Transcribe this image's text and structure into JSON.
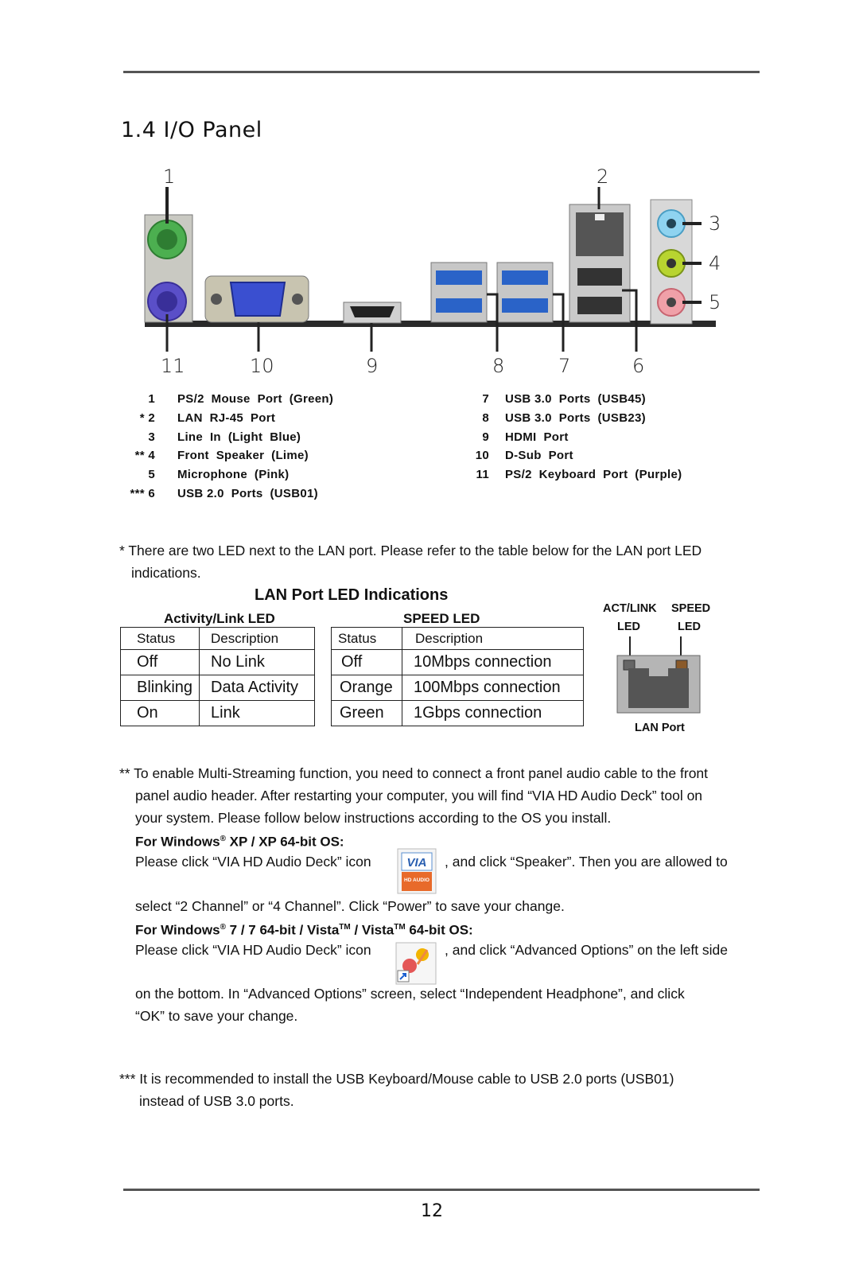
{
  "page": {
    "section_title": "1.4  I/O Panel",
    "page_number": "12"
  },
  "io_panel": {
    "callouts_top": [
      "1",
      "2",
      "3",
      "4",
      "5"
    ],
    "callouts_bottom": [
      "11",
      "10",
      "9",
      "8",
      "7",
      "6"
    ],
    "legend_left": [
      {
        "num": "1",
        "label": "PS/2  Mouse  Port  (Green)"
      },
      {
        "num": "* 2",
        "label": "LAN  RJ-45  Port"
      },
      {
        "num": "3",
        "label": "Line  In  (Light  Blue)"
      },
      {
        "num": "** 4",
        "label": "Front  Speaker  (Lime)"
      },
      {
        "num": "5",
        "label": "Microphone  (Pink)"
      },
      {
        "num": "*** 6",
        "label": "USB 2.0  Ports  (USB01)"
      }
    ],
    "legend_right": [
      {
        "num": "7",
        "label": "USB 3.0  Ports  (USB45)"
      },
      {
        "num": "8",
        "label": "USB 3.0  Ports  (USB23)"
      },
      {
        "num": "9",
        "label": "HDMI  Port"
      },
      {
        "num": "10",
        "label": "D-Sub  Port"
      },
      {
        "num": "11",
        "label": "PS/2  Keyboard  Port  (Purple)"
      }
    ],
    "colors": {
      "mouse_port": "#4caf50",
      "keyboard_port": "#5a4fc8",
      "line_in": "#8fd3f0",
      "speaker": "#b8d430",
      "mic": "#f0a0a8",
      "usb3": "#2a63c8",
      "vga": "#3a4fd0"
    }
  },
  "lan_note": {
    "line1": "* There are two LED next to the LAN port. Please refer to the table below for the LAN port LED",
    "line2": "indications."
  },
  "lan_led": {
    "heading": "LAN Port LED Indications",
    "activity": {
      "caption": "Activity/Link LED",
      "col_status": "Status",
      "col_desc": "Description",
      "rows": [
        {
          "status": "Off",
          "desc": "No Link"
        },
        {
          "status": "Blinking",
          "desc": "Data Activity"
        },
        {
          "status": "On",
          "desc": "Link"
        }
      ]
    },
    "speed": {
      "caption": "SPEED LED",
      "col_status": "Status",
      "col_desc": "Description",
      "rows": [
        {
          "status": "Off",
          "desc": "10Mbps connection"
        },
        {
          "status": "Orange",
          "desc": "100Mbps connection"
        },
        {
          "status": "Green",
          "desc": "1Gbps connection"
        }
      ]
    },
    "diagram": {
      "actlink": "ACT/LINK",
      "speed": "SPEED",
      "led1": "LED",
      "led2": "LED",
      "port": "LAN Port"
    }
  },
  "audio_note": {
    "line1": "** To enable Multi-Streaming function, you need to connect a front panel audio cable to the front",
    "line2": "panel audio header. After restarting your computer, you will find “VIA HD Audio Deck” tool on",
    "line3": "your system. Please follow below instructions according to the OS you install.",
    "xp_heading_a": "For Windows",
    "xp_heading_b": " XP / XP 64-bit OS:",
    "reg": "®",
    "xp_line1_a": "Please click “VIA HD Audio Deck” icon",
    "xp_line1_b": ", and click “Speaker”. Then you are allowed to",
    "xp_icon_text": "HD AUDIO",
    "xp_line2": "select “2 Channel” or “4 Channel”. Click “Power” to save your change.",
    "w7_heading_a": "For Windows",
    "w7_heading_b": " 7 / 7 64-bit / Vista",
    "tm": "TM",
    "w7_heading_c": " / Vista",
    "w7_heading_d": " 64-bit OS:",
    "w7_line1_a": "Please click “VIA HD Audio Deck” icon",
    "w7_line1_b": ", and click “Advanced Options” on the left side",
    "w7_line2": "on the bottom. In “Advanced Options” screen, select “Independent Headphone”, and click",
    "w7_line3": "“OK” to save your change."
  },
  "usb_note": {
    "line1": "*** It is recommended to install the USB Keyboard/Mouse cable to USB 2.0 ports (USB01)",
    "line2": "instead of USB 3.0 ports."
  }
}
